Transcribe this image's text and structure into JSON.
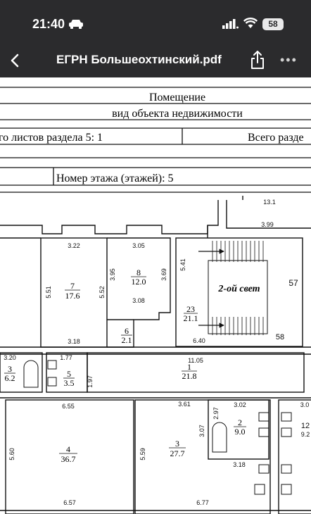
{
  "status": {
    "time": "21:40",
    "battery": "58",
    "car_icon": "car-icon",
    "signal_icon": "cellular-signal-icon",
    "wifi_icon": "wifi-icon"
  },
  "nav": {
    "title": "ЕГРН Большеохтинский.pdf",
    "back_icon": "chevron-left-icon",
    "share_icon": "share-icon",
    "more_icon": "ellipsis-icon",
    "more_label": "•••"
  },
  "document": {
    "object": "Помещение",
    "object_caption": "вид объекта недвижимости",
    "sheets_left": "го листов раздела 5: 1",
    "sheets_right": "Всего разде",
    "floor_label": "Номер этажа (этажей): 5",
    "plan": {
      "special_label": "2-ой свет",
      "rooms": [
        {
          "num": "7",
          "area": "17.6"
        },
        {
          "num": "8",
          "area": "12.0"
        },
        {
          "num": "6",
          "area": "2.1"
        },
        {
          "num": "23",
          "area": "21.1"
        },
        {
          "num": "3",
          "area": "6.2"
        },
        {
          "num": "5",
          "area": "3.5"
        },
        {
          "num": "1",
          "area": "21.8"
        },
        {
          "num": "4",
          "area": "36.7"
        },
        {
          "num": "3",
          "area": "27.7"
        },
        {
          "num": "2",
          "area": "9.0"
        }
      ],
      "dimensions": [
        "13.1",
        "3.99",
        "3.22",
        "3.05",
        "5.51",
        "5.52",
        "3.95",
        "3.69",
        "3.08",
        "3.18",
        "5.41",
        "57",
        "6.40",
        "58",
        "3.20",
        "1.77",
        "11.05",
        "1.97",
        "6.55",
        "3.61",
        "3.02",
        "3.0",
        "2.97",
        "3.07",
        "5.60",
        "5.59",
        "3.18",
        "6.57",
        "6.77",
        "12",
        "9.2"
      ]
    }
  }
}
